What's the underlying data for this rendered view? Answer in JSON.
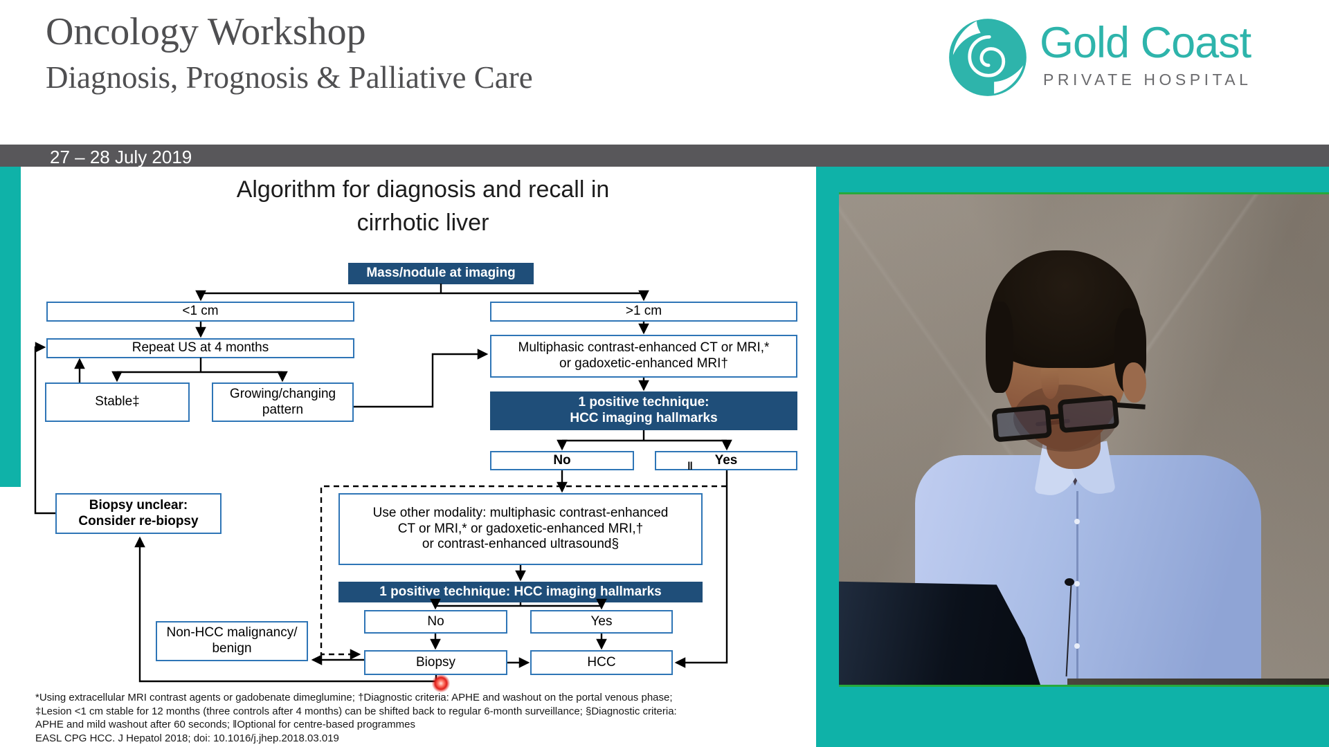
{
  "header": {
    "title": "Oncology Workshop",
    "subtitle": "Diagnosis, Prognosis & Palliative Care",
    "logo_name": "Gold Coast",
    "logo_tagline": "PRIVATE HOSPITAL",
    "date_range": "27 – 28 July 2019"
  },
  "slide": {
    "title": "Algorithm for diagnosis and recall in\ncirrhotic liver",
    "flow": {
      "mass": "Mass/nodule at imaging",
      "lt1cm": "<1 cm",
      "gt1cm": ">1 cm",
      "repeat_us": "Repeat US at 4 months",
      "multiphasic": "Multiphasic contrast-enhanced CT or MRI,*\nor gadoxetic-enhanced MRI†",
      "stable": "Stable‡",
      "growing": "Growing/changing\npattern",
      "hallmarks_1": "1 positive technique:\nHCC imaging hallmarks",
      "no_1": "No",
      "yes_1": "Yes",
      "biopsy_unclear": "Biopsy unclear:\nConsider re-biopsy",
      "use_other": "Use other modality: multiphasic contrast-enhanced\nCT or MRI,* or gadoxetic-enhanced MRI,†\nor contrast-enhanced ultrasound§",
      "hallmarks_2": "1 positive technique: HCC imaging hallmarks",
      "no_2": "No",
      "yes_2": "Yes",
      "non_hcc": "Non-HCC malignancy/\nbenign",
      "biopsy": "Biopsy",
      "hcc": "HCC",
      "optional_marker": "‖"
    },
    "footnotes": [
      "*Using extracellular MRI contrast agents or gadobenate dimeglumine; †Diagnostic criteria: APHE and washout on the portal venous phase;",
      "‡Lesion <1 cm stable for 12 months (three controls after 4 months) can be shifted back to regular 6-month surveillance; §Diagnostic criteria:",
      "APHE and mild washout after 60 seconds; ‖Optional for centre-based programmes",
      "EASL CPG HCC. J Hepatol 2018; doi: 10.1016/j.jhep.2018.03.019"
    ]
  },
  "colors": {
    "teal_background": "#0fb2a8",
    "logo_teal": "#2eb4ab",
    "date_bar_gray": "#58575a",
    "flow_dark_blue": "#1f4e79",
    "flow_border_blue": "#2e75b6",
    "laser_red": "#e01e1a"
  }
}
